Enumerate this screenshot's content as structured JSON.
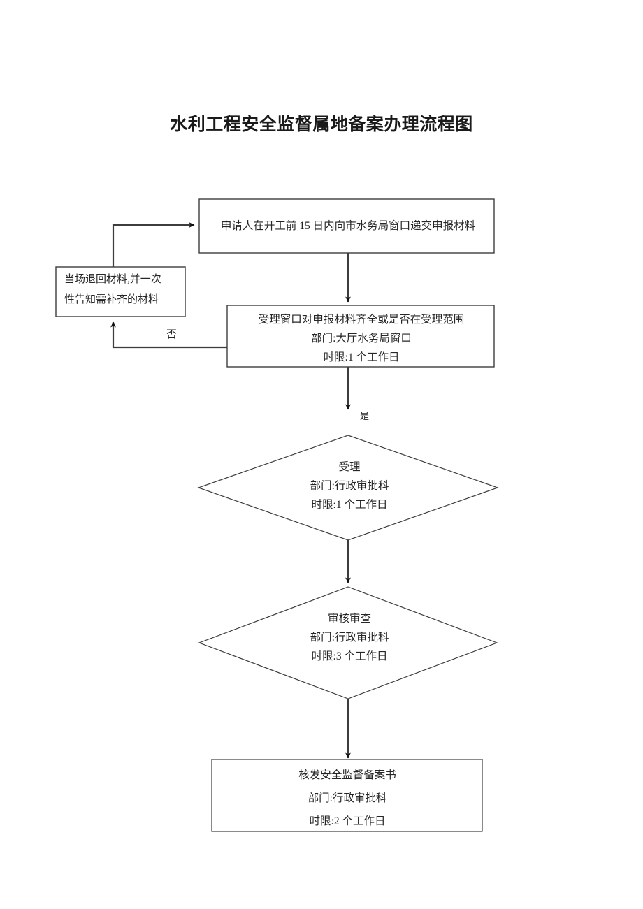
{
  "document": {
    "title": "水利工程安全监督属地备案办理流程图"
  },
  "flowchart": {
    "type": "process-flow",
    "nodes": [
      {
        "id": "submit",
        "shape": "rectangle",
        "lines": [
          "申请人在开工前 15 日内向市水务局窗口递交申报材料"
        ]
      },
      {
        "id": "return-materials",
        "shape": "rectangle",
        "lines": [
          "当场退回材料,并一次",
          "性告知需补齐的材料"
        ]
      },
      {
        "id": "window-check",
        "shape": "rectangle",
        "lines": [
          "受理窗口对申报材料齐全或是否在受理范围",
          "部门:大厅水务局窗口",
          "时限:1 个工作日"
        ]
      },
      {
        "id": "accept",
        "shape": "diamond",
        "lines": [
          "受理",
          "部门:行政审批科",
          "时限:1 个工作日"
        ]
      },
      {
        "id": "review",
        "shape": "diamond",
        "lines": [
          "审核审查",
          "部门:行政审批科",
          "时限:3 个工作日"
        ]
      },
      {
        "id": "issue",
        "shape": "rectangle",
        "lines": [
          "核发安全监督备案书",
          "部门:行政审批科",
          "时限:2 个工作日"
        ]
      }
    ],
    "edge_labels": {
      "no": "否",
      "yes": "是"
    }
  },
  "style": {
    "stroke": "#3d3d3d",
    "arrow_fill": "#111111",
    "background": "#ffffff"
  }
}
